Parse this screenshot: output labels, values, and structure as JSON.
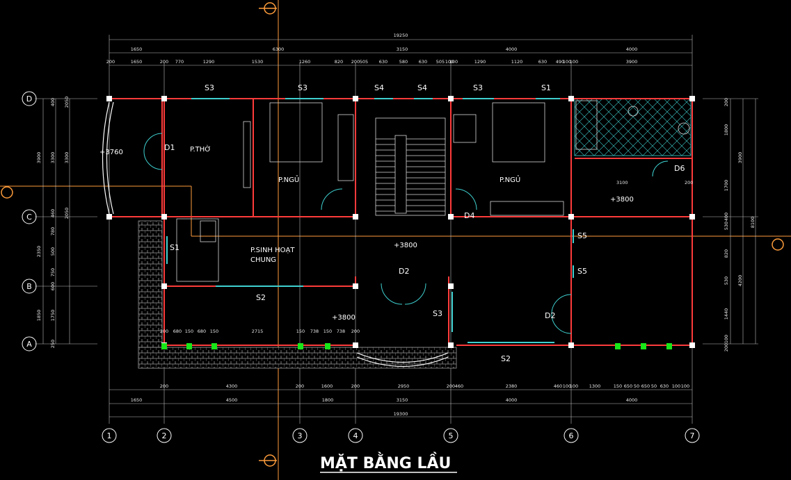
{
  "title": "MẶT BẰNG LẦU",
  "colors": {
    "wall": "#ff3b3b",
    "dim": "#e8e8e8",
    "window": "#3fd0d0",
    "grid": "#ffffff",
    "stair": "#d8d8d8",
    "axis_line": "#ff9d3b",
    "green": "#19e619"
  },
  "grid_columns": [
    "1",
    "2",
    "3",
    "4",
    "5",
    "6",
    "7"
  ],
  "grid_rows": [
    "D",
    "C",
    "B",
    "A"
  ],
  "top_dims": {
    "total": "19250",
    "row1": [
      "1650",
      "6300",
      "3150",
      "4000",
      "4000"
    ],
    "row2": [
      "200",
      "1650",
      "200",
      "770",
      "1290",
      "1530",
      "1260",
      "820",
      "200",
      "505",
      "630",
      "580",
      "630",
      "505",
      "100",
      "100",
      "1290",
      "1120",
      "630",
      "490",
      "100",
      "100",
      "3900"
    ]
  },
  "bottom_dims": {
    "row1": [
      "200",
      "4300",
      "200",
      "1600",
      "200",
      "2950",
      "200",
      "460",
      "2380",
      "460",
      "100",
      "100",
      "1300",
      "150",
      "650",
      "50",
      "650",
      "50",
      "630",
      "100",
      "100"
    ],
    "row2": [
      "1650",
      "4500",
      "1800",
      "3150",
      "4000",
      "4000"
    ],
    "total": "19300"
  },
  "top_row_dims": [
    "200",
    "680",
    "150",
    "680",
    "150",
    "2715",
    "150",
    "738",
    "150",
    "738",
    "200"
  ],
  "left_dims": {
    "outer": [
      "3900",
      "2350",
      "1850"
    ],
    "mid": [
      "400",
      "3300",
      "460",
      "780",
      "500",
      "750",
      "600",
      "1750",
      "250"
    ],
    "inner": [
      "2050",
      "3300",
      "2050"
    ]
  },
  "right_dims": {
    "outer": [
      "8100"
    ],
    "mid": [
      "3900",
      "4200"
    ],
    "inner": [
      "200",
      "1800",
      "1700",
      "400",
      "530",
      "820",
      "530",
      "1440",
      "100",
      "200"
    ]
  },
  "labels": {
    "rooms": [
      "P.THỜ",
      "P.NGỦ",
      "P.NGỦ",
      "P.SINH HOẠT",
      "CHUNG"
    ],
    "doors": [
      "D1",
      "D2",
      "D2",
      "D4",
      "D6"
    ],
    "windows": [
      "S3",
      "S3",
      "S4",
      "S4",
      "S3",
      "S1",
      "S1",
      "S2",
      "S2",
      "S3",
      "S5",
      "S5"
    ],
    "elevations": [
      "+3760",
      "+3800",
      "+3800",
      "+3800"
    ],
    "interior_dims": [
      "3100",
      "200"
    ]
  }
}
